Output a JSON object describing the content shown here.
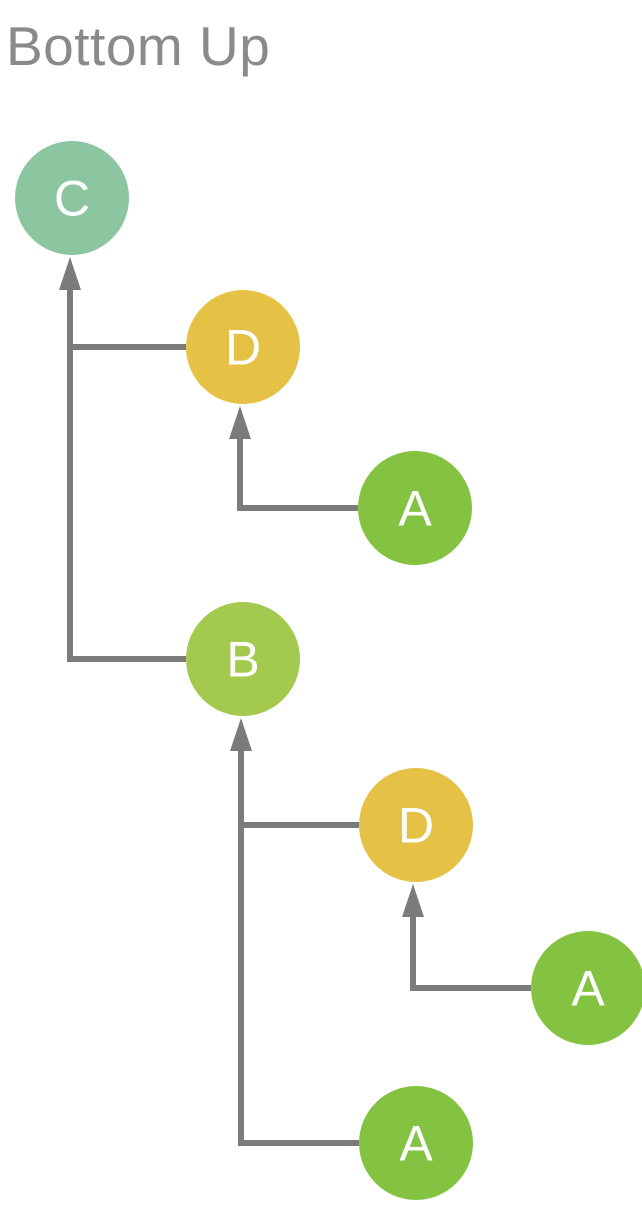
{
  "title": "Bottom Up",
  "colors": {
    "line": "#7b7b7b",
    "title_text": "#8a8a8a",
    "node_text": "#ffffff",
    "teal_green": "#8cc6a1",
    "yellow": "#e5c245",
    "green": "#84c342",
    "yellow_green": "#a3c94f"
  },
  "nodes": {
    "c": {
      "label": "C",
      "color": "#8cc6a1"
    },
    "d1": {
      "label": "D",
      "color": "#e5c245"
    },
    "a1": {
      "label": "A",
      "color": "#84c342"
    },
    "b": {
      "label": "B",
      "color": "#a3c94f"
    },
    "d2": {
      "label": "D",
      "color": "#e5c245"
    },
    "a2": {
      "label": "A",
      "color": "#84c342"
    },
    "a3": {
      "label": "A",
      "color": "#84c342"
    }
  },
  "edges": [
    {
      "from": "D (upper)",
      "to": "C"
    },
    {
      "from": "B",
      "to": "C"
    },
    {
      "from": "A (upper)",
      "to": "D (upper)"
    },
    {
      "from": "D (lower)",
      "to": "B"
    },
    {
      "from": "A (bottom)",
      "to": "B"
    },
    {
      "from": "A (right)",
      "to": "D (lower)"
    }
  ]
}
